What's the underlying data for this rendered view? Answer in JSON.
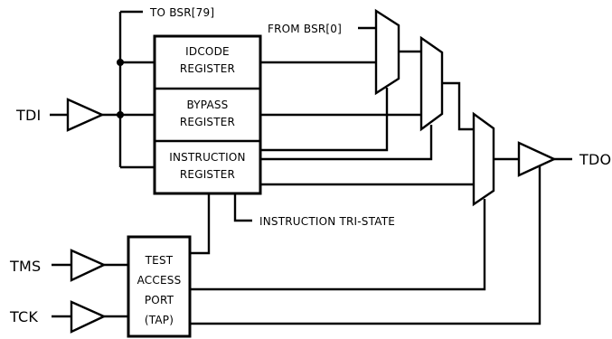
{
  "signals": {
    "tdi": "TDI",
    "tms": "TMS",
    "tck": "TCK",
    "tdo": "TDO",
    "to_bsr": "TO BSR[79]",
    "from_bsr": "FROM BSR[0]",
    "instruction_tristate": "INSTRUCTION TRI-STATE"
  },
  "registers": {
    "idcode": [
      "IDCODE",
      "REGISTER"
    ],
    "bypass": [
      "BYPASS",
      "REGISTER"
    ],
    "instruction": [
      "INSTRUCTION",
      "REGISTER"
    ]
  },
  "tap": [
    "TEST",
    "ACCESS",
    "PORT",
    "(TAP)"
  ]
}
